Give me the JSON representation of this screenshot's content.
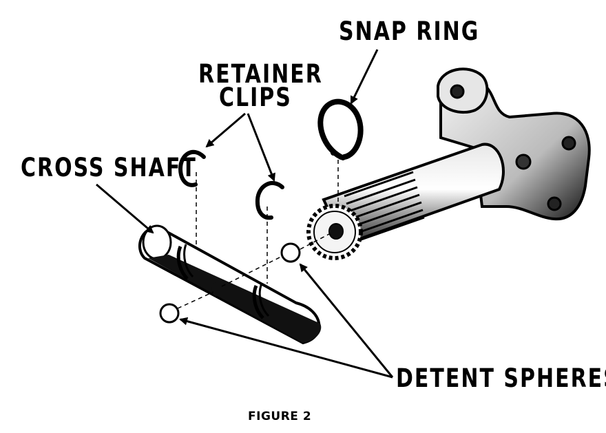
{
  "labels": {
    "snap_ring": "SNAP RING",
    "retainer_clips_line1": "RETAINER",
    "retainer_clips_line2": "CLIPS",
    "cross_shaft": "CROSS SHAFT",
    "detent_spheres": "DETENT SPHERES",
    "figure_caption": "FIGURE 2"
  }
}
